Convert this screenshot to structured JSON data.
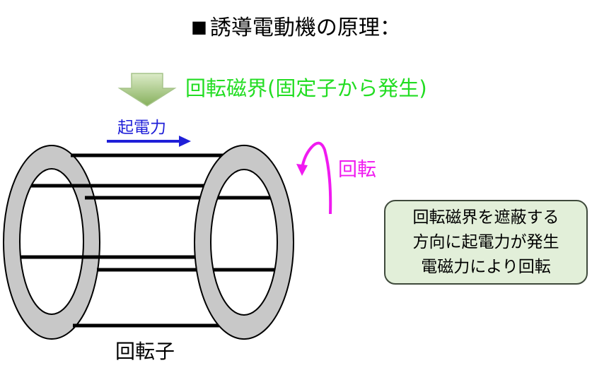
{
  "title": {
    "marker": "■",
    "text": "誘導電動機の原理："
  },
  "labels": {
    "rotating_field": "回転磁界(固定子から発生)",
    "emf": "起電力",
    "rotation": "回転",
    "rotor": "回転子"
  },
  "callout": {
    "lines": [
      "回転磁界を遮蔽する",
      "方向に起電力が発生",
      "電磁力により回転"
    ]
  },
  "colors": {
    "field": "#22dd22",
    "emf": "#1f1fd8",
    "rotation": "#f01af0",
    "ring_fill": "#c8c8c8",
    "callout_fill": "#e2efd9",
    "field_arrow_top": "#dcebc8",
    "field_arrow_bottom": "#86b05c"
  },
  "icons": {
    "field_direction": "down-arrow-icon",
    "emf_direction": "right-arrow-icon",
    "rotation_direction": "curved-arrow-icon"
  }
}
